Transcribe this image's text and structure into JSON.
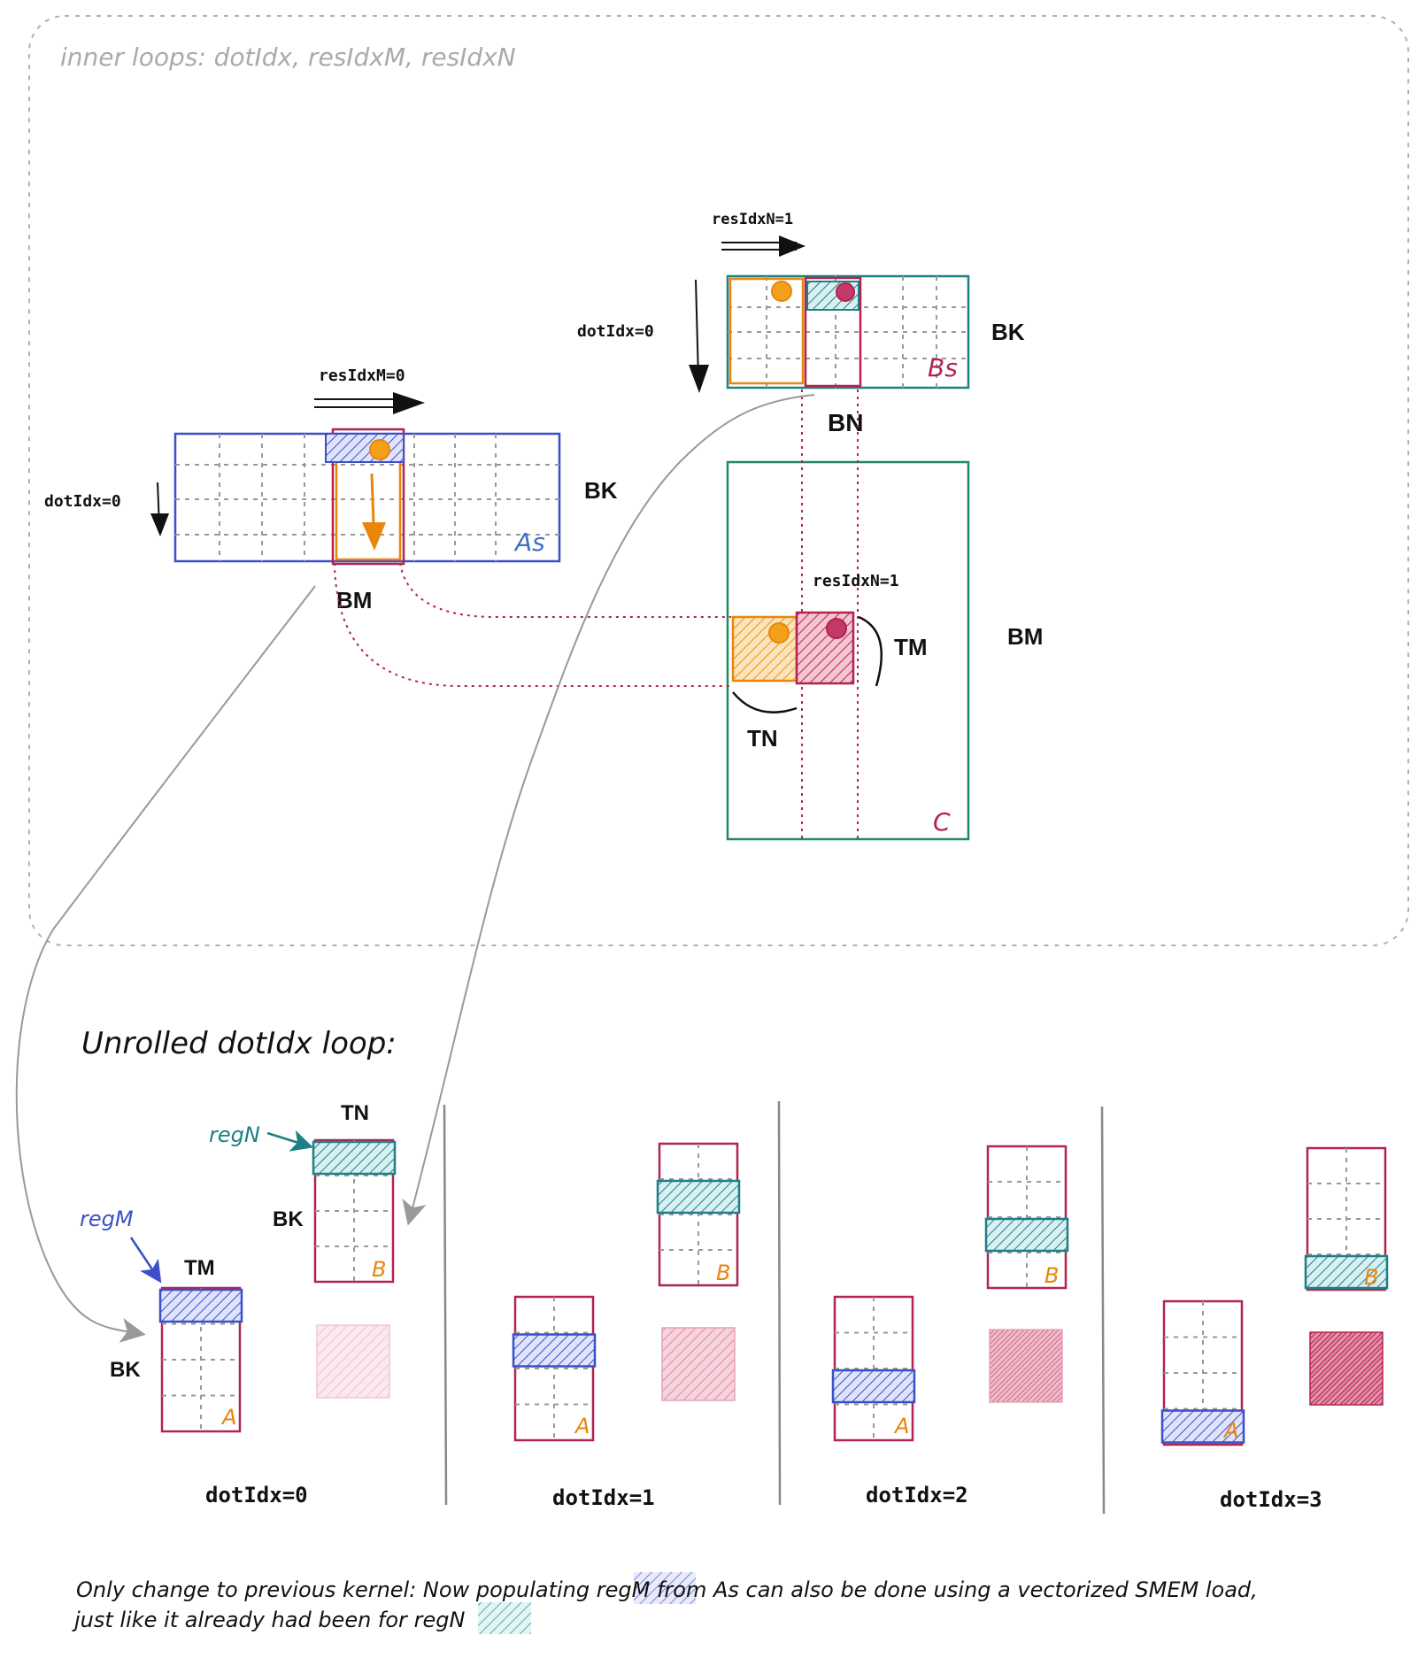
{
  "inner_loops_title": "inner loops: dotIdx, resIdxM, resIdxN",
  "unrolled_title": "Unrolled dotIdx loop:",
  "top": {
    "resIdxN_top": "resIdxN=1",
    "dotIdx_bs": "dotIdx=0",
    "bk_bs": "BK",
    "bs_name": "Bs",
    "bn": "BN",
    "resIdxM": "resIdxM=0",
    "dotIdx_as": "dotIdx=0",
    "bk_as": "BK",
    "as_name": "As",
    "bm_as": "BM",
    "resIdxN_c": "resIdxN=1",
    "tm": "TM",
    "bm_c": "BM",
    "tn": "TN",
    "c_name": "C"
  },
  "bottom": {
    "regN": "regN",
    "regM": "regM",
    "tn": "TN",
    "tm": "TM",
    "bk_b": "BK",
    "bk_a": "BK",
    "a_name": "A",
    "b_name": "B",
    "steps": [
      "dotIdx=0",
      "dotIdx=1",
      "dotIdx=2",
      "dotIdx=3"
    ]
  },
  "footer": {
    "line1_pre": "Only change to previous kernel: Now populating",
    "line1_regM": "regM",
    "line1_post": "from As can also be done using a vectorized SMEM load,",
    "line2_pre": "just like it already had been for",
    "line2_regN": "regN"
  },
  "colors": {
    "blue": "#3b4fc8",
    "teal": "#1e7f86",
    "crimson": "#b4234e",
    "orange": "#e8860b",
    "green": "#1f8a5c",
    "gray": "#999999"
  }
}
